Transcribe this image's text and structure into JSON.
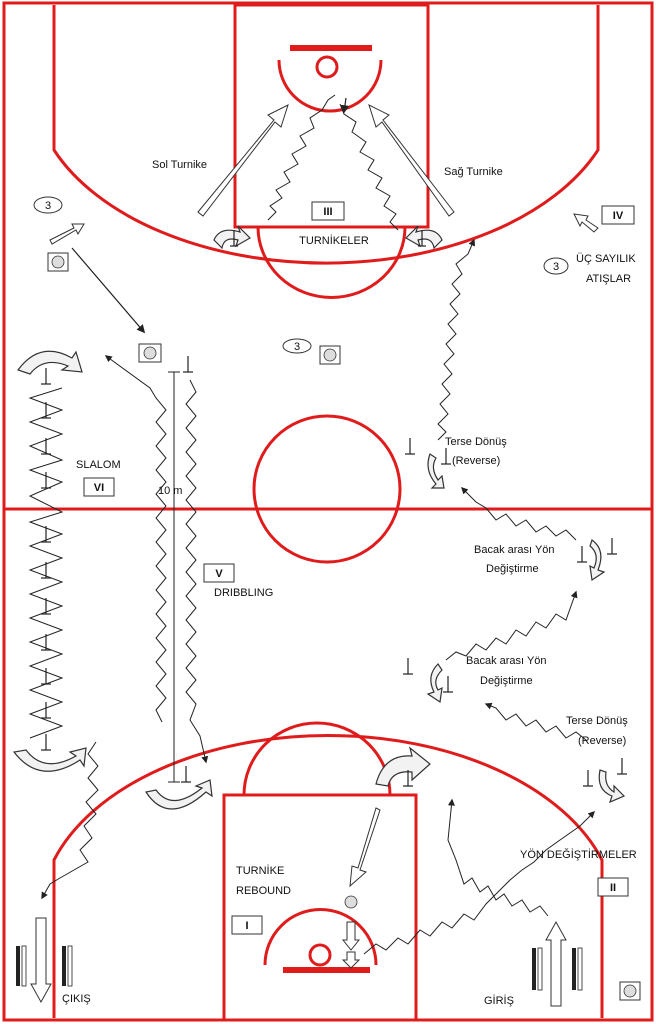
{
  "labels": {
    "sol_turnike": "Sol Turnike",
    "sag_turnike": "Sağ Turnike",
    "turnikeler": "TURNİKELER",
    "uc_sayilik": "ÜÇ SAYILIK",
    "atislar": "ATIŞLAR",
    "terse_donus_1": "Terse Dönüş",
    "reverse_1": "(Reverse)",
    "slalom": "SLALOM",
    "ten_m": "10 m",
    "dribbling": "DRIBBLING",
    "bacak_arasi_1a": "Bacak arası Yön",
    "bacak_arasi_1b": "Değiştirme",
    "bacak_arasi_2a": "Bacak arası Yön",
    "bacak_arasi_2b": "Değiştirme",
    "terse_donus_2": "Terse Dönüş",
    "reverse_2": "(Reverse)",
    "yon_degistirmeler": "YÖN DEĞİŞTİRMELER",
    "turnike": "TURNİKE",
    "rebound": "REBOUND",
    "cikis": "ÇIKIŞ",
    "giris": "GİRİŞ"
  },
  "stations": {
    "I": "I",
    "II": "II",
    "III": "III",
    "IV": "IV",
    "V": "V",
    "VI": "VI"
  },
  "markers": {
    "three_a": "3",
    "three_b": "3",
    "three_c": "3"
  },
  "colors": {
    "court_line": "#e01b1b",
    "ink": "#222222",
    "background": "#ffffff"
  }
}
